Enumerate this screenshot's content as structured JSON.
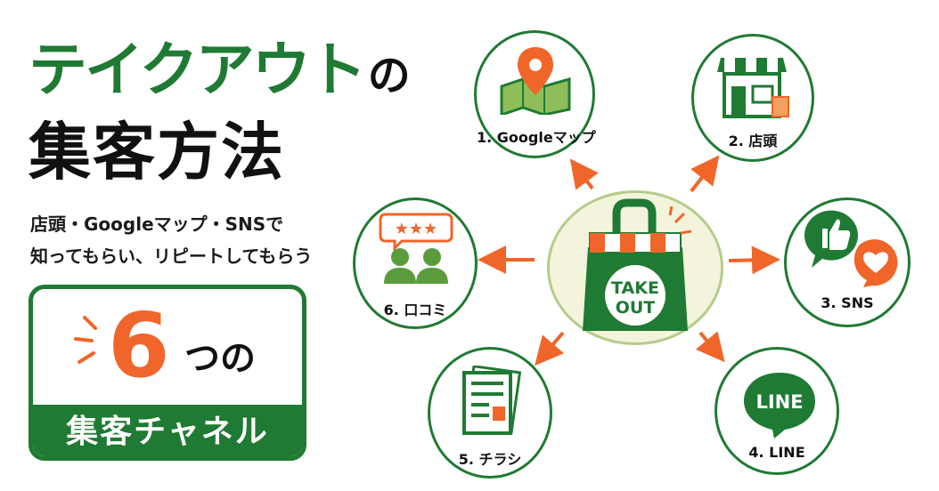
{
  "title": {
    "line1": "テイクアウト",
    "line1_suffix": "の",
    "line2": "集客方法"
  },
  "subtitle": {
    "line1": "店頭・Googleマップ・SNSで",
    "line2": "知ってもらい、リピートしてもらう"
  },
  "badge": {
    "number": "6",
    "suffix": "つの",
    "label": "集客チャネル"
  },
  "center": {
    "bag_line1": "TAKE",
    "bag_line2": "OUT"
  },
  "channels": [
    {
      "label": "1. Googleマップ",
      "icon": "map-pin-icon"
    },
    {
      "label": "2. 店頭",
      "icon": "storefront-icon"
    },
    {
      "label": "3. SNS",
      "icon": "social-chat-icon"
    },
    {
      "label": "4. LINE",
      "icon": "line-app-icon",
      "icon_text": "LINE"
    },
    {
      "label": "5. チラシ",
      "icon": "flyer-icon"
    },
    {
      "label": "6. 口コミ",
      "icon": "reviews-icon",
      "icon_text": "★★★"
    }
  ],
  "colors": {
    "green": "#1f7a33",
    "orange": "#f0652a",
    "center_fill": "#f4f4dc"
  }
}
